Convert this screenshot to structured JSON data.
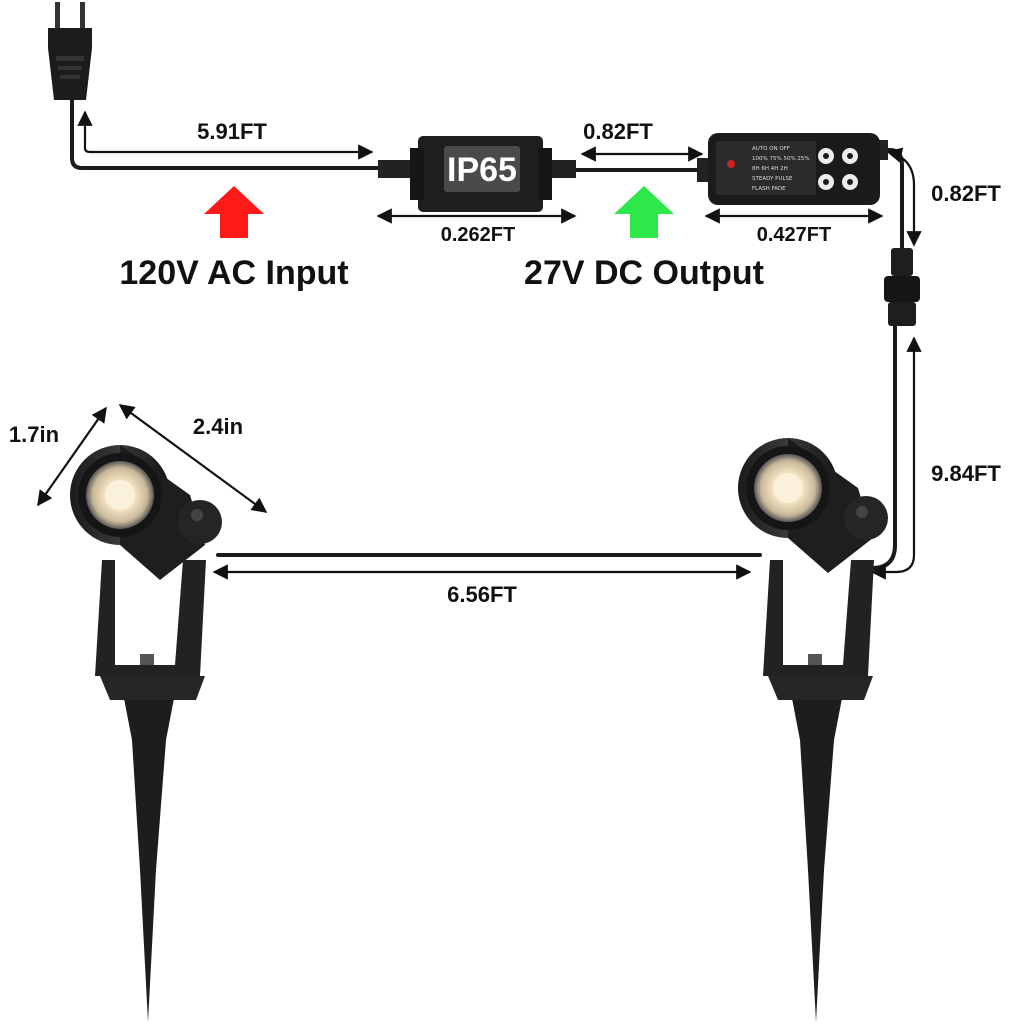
{
  "labels": {
    "ac_input": "120V AC Input",
    "dc_output": "27V DC Output",
    "ip_rating": "IP65"
  },
  "measurements": {
    "plug_cord": "5.91FT",
    "adapter_length": "0.262FT",
    "adapter_to_controller": "0.82FT",
    "controller_length": "0.427FT",
    "controller_to_connector": "0.82FT",
    "connector_to_light": "9.84FT",
    "light_to_light": "6.56FT",
    "head_diameter": "1.7in",
    "head_length": "2.4in"
  },
  "controller_panel": {
    "row1": "AUTO  ON  OFF",
    "row2": "100%  75%  50%  25%",
    "row3": "8H  6H  4H  2H",
    "row4": "STEADY  PULSE",
    "row5": "FLASH  FADE"
  },
  "colors": {
    "ac_arrow": "#ff1a1a",
    "dc_arrow": "#2ee84a",
    "body": "#222222",
    "cable": "#1a1a1a"
  }
}
